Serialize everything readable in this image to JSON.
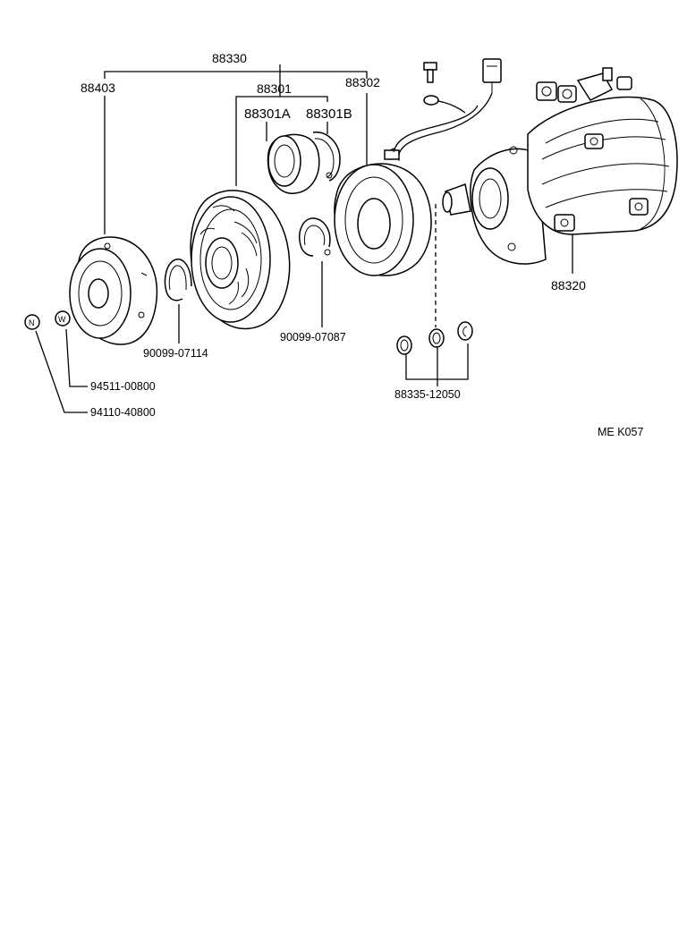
{
  "diagram": {
    "parts": {
      "assembly_clutch": "88330",
      "pressure_plate": "88403",
      "pulley_assembly": "88301",
      "pulley_bearing": "88301A",
      "bearing_snap_ring": "88301B",
      "stator_coil": "88302",
      "compressor": "88320",
      "snap_ring_outer": "90099-07114",
      "snap_ring_inner": "90099-07087",
      "washer": "94511-00800",
      "nut": "94110-40800",
      "shim_set": "88335-12050"
    },
    "markers": {
      "nut_marker": "N",
      "washer_marker": "W"
    },
    "ref_code": "ME  K057"
  }
}
